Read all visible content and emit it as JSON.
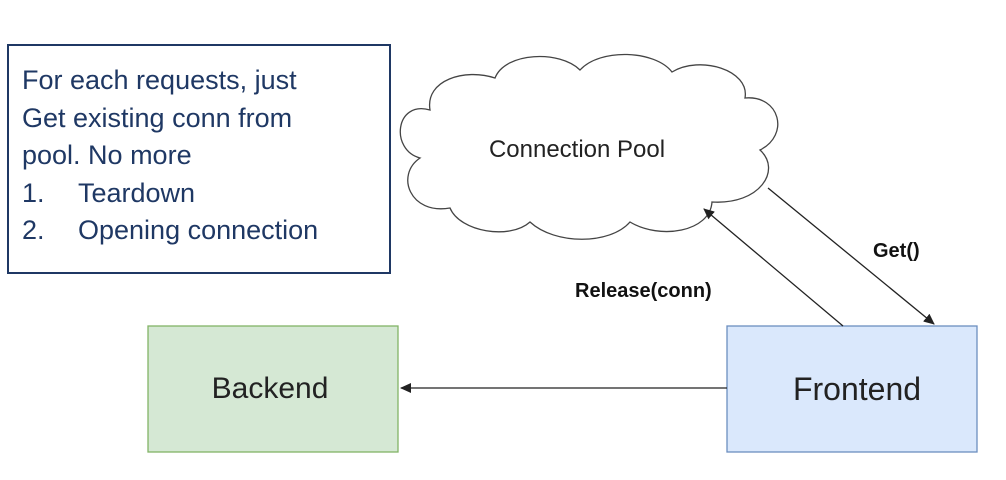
{
  "note": {
    "lines": [
      "For each requests, just",
      "Get existing conn from",
      "pool. No more"
    ],
    "list": [
      {
        "num": "1.",
        "text": "Teardown"
      },
      {
        "num": "2.",
        "text": "Opening connection"
      }
    ]
  },
  "nodes": {
    "pool": "Connection Pool",
    "backend": "Backend",
    "frontend": "Frontend"
  },
  "edges": {
    "get": "Get()",
    "release": "Release(conn)"
  },
  "colors": {
    "note_text": "#1f3864",
    "note_border": "#1f3864",
    "backend_fill": "#d5e8d4",
    "backend_border": "#82b366",
    "frontend_fill": "#dae8fc",
    "frontend_border": "#6c8ebf"
  }
}
